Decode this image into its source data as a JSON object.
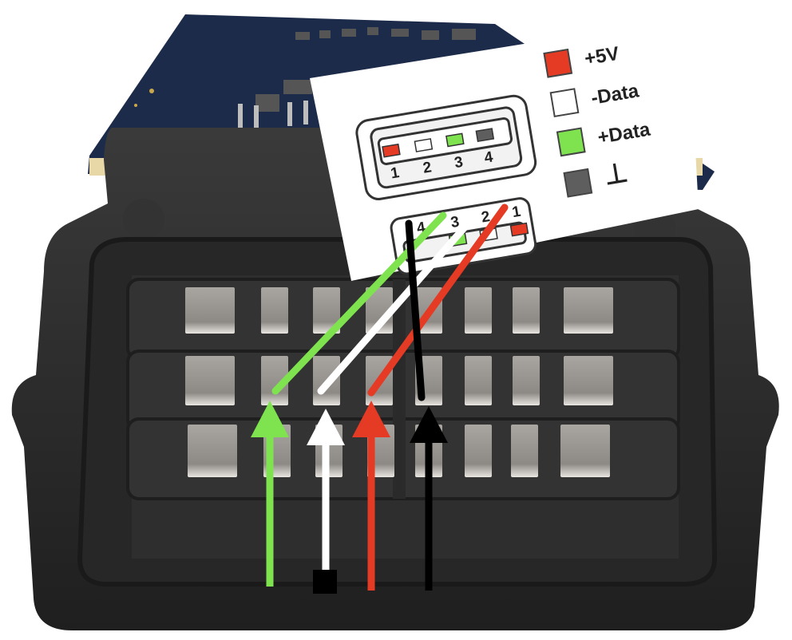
{
  "colors": {
    "vcc": "#e53a24",
    "data_minus": "#ffffff",
    "data_plus": "#7ee34f",
    "ground": "#5e5e5e",
    "board": "#1d2b4a",
    "housing": "#2b2b2b",
    "contact": "#9c9894"
  },
  "usb_pinout": {
    "top_receptacle_pins": [
      {
        "number": "1",
        "color_key": "vcc"
      },
      {
        "number": "2",
        "color_key": "data_minus"
      },
      {
        "number": "3",
        "color_key": "data_plus"
      },
      {
        "number": "4",
        "color_key": "ground"
      }
    ],
    "bottom_plug_pins": [
      {
        "number": "4",
        "color_key": "ground"
      },
      {
        "number": "3",
        "color_key": "data_plus"
      },
      {
        "number": "2",
        "color_key": "data_minus"
      },
      {
        "number": "1",
        "color_key": "vcc"
      }
    ]
  },
  "legend": [
    {
      "label": "+5V",
      "color_key": "vcc"
    },
    {
      "label": "-Data",
      "color_key": "data_minus"
    },
    {
      "label": "+Data",
      "color_key": "data_plus"
    },
    {
      "label": "⊥",
      "color_key": "ground"
    }
  ],
  "wires": [
    {
      "signal": "+Data",
      "color_key": "data_plus"
    },
    {
      "signal": "-Data",
      "color_key": "data_minus"
    },
    {
      "signal": "+5V",
      "color_key": "vcc"
    },
    {
      "signal": "GND",
      "color_key": "ground"
    }
  ]
}
